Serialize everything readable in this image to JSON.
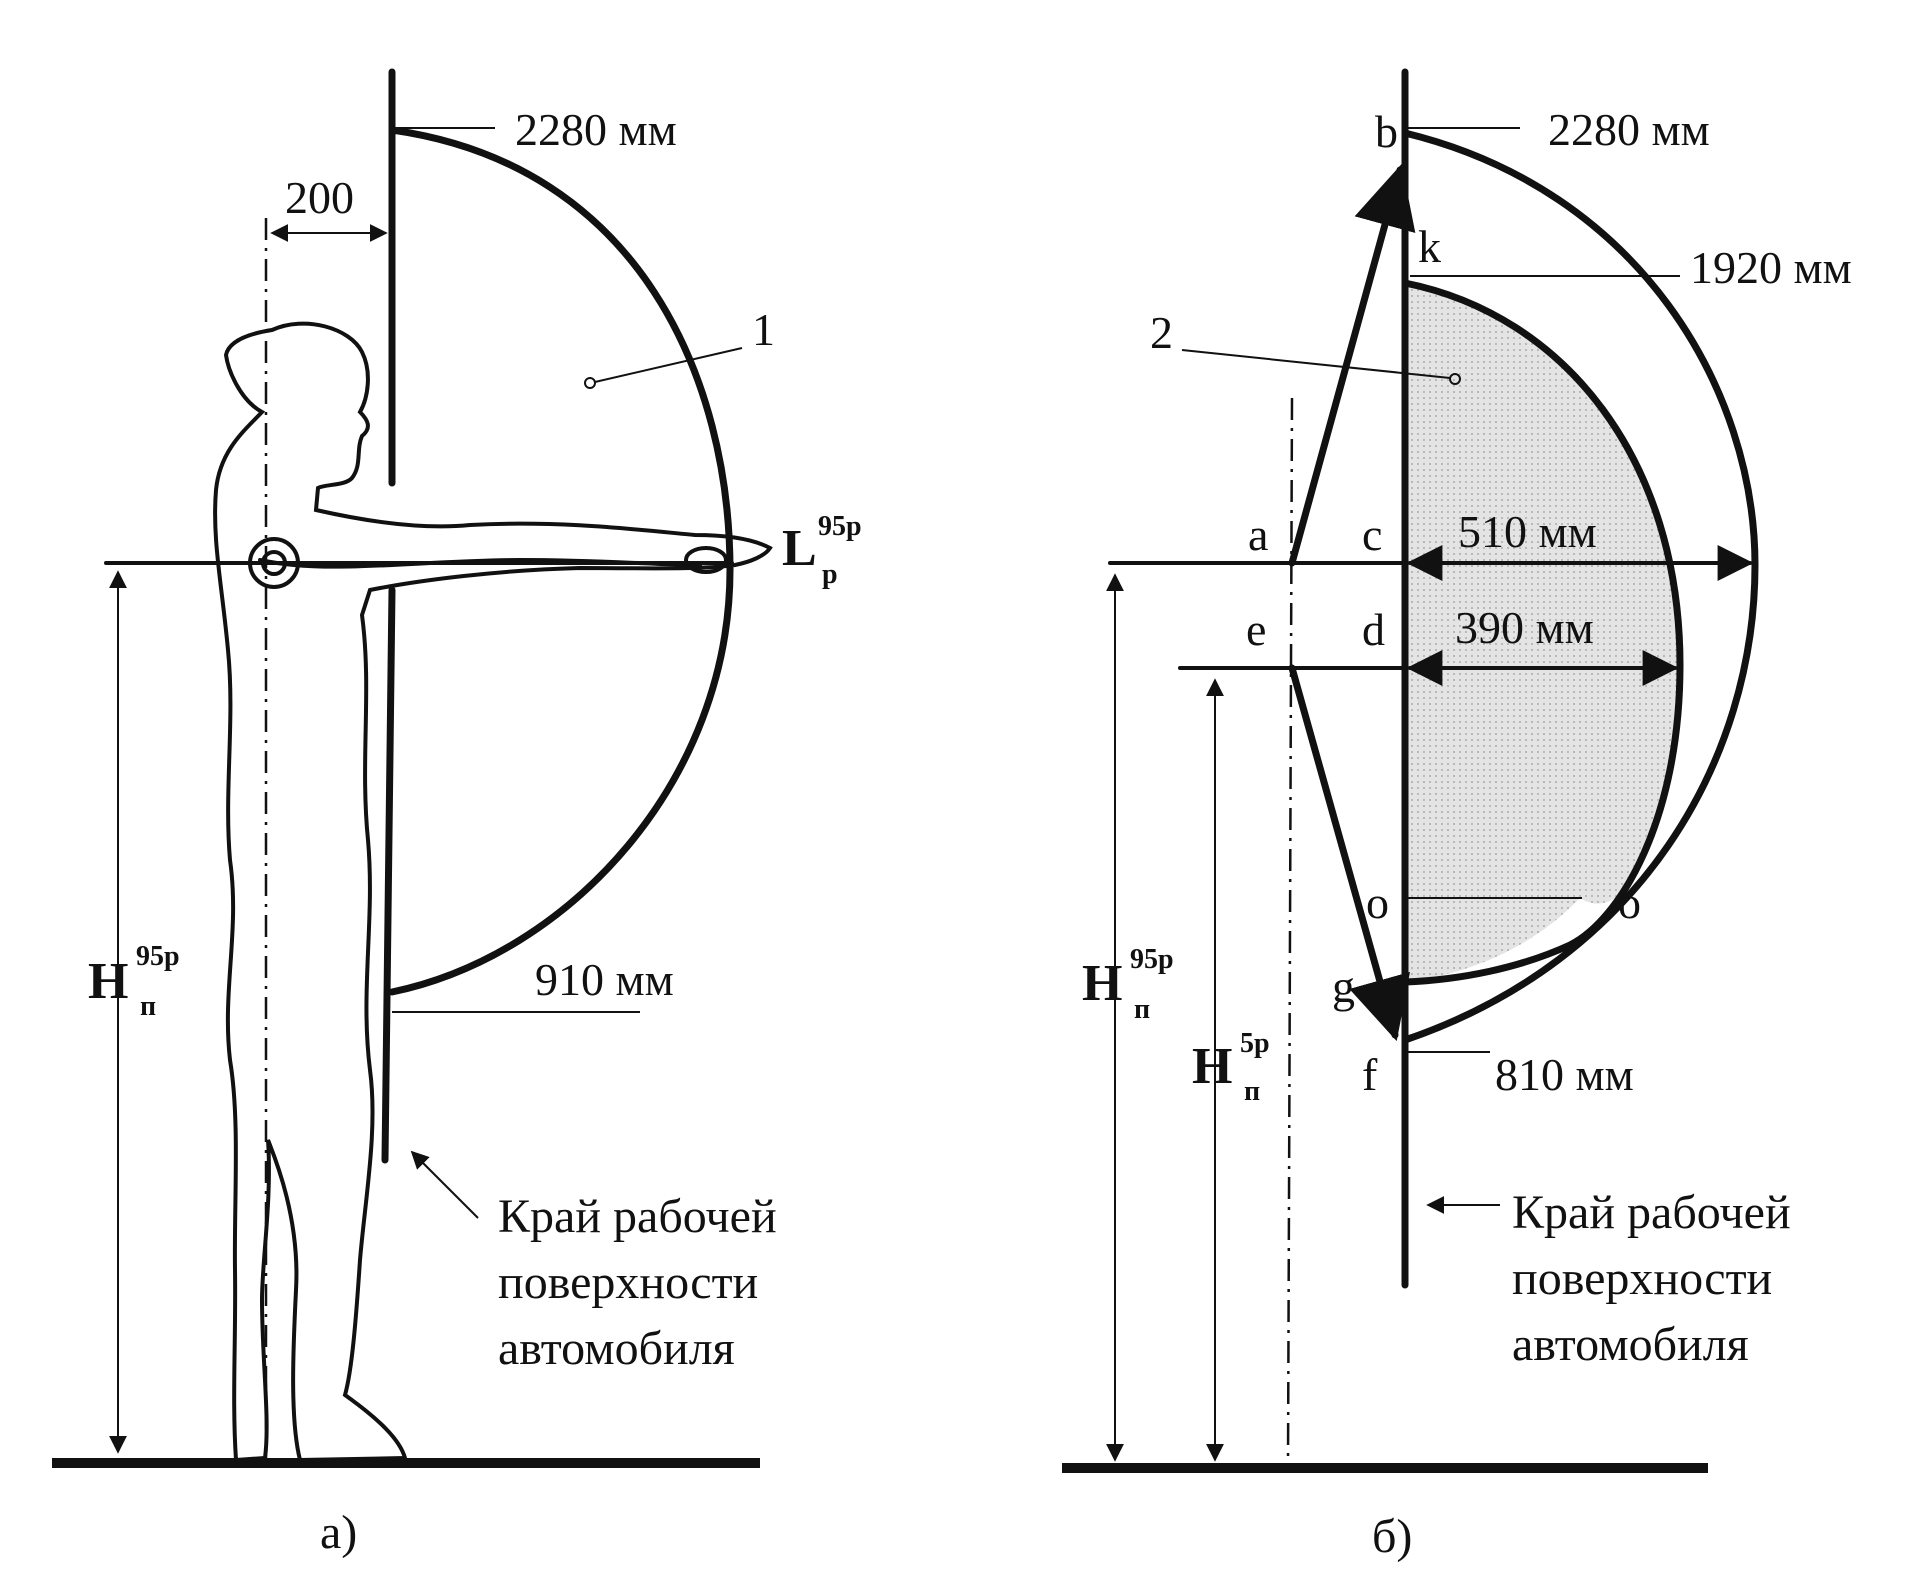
{
  "left_figure": {
    "top_height": "2280 мм",
    "bottom_height": "910 мм",
    "offset": "200",
    "zone_number": "1",
    "reach_symbol": "L",
    "reach_sup": "95р",
    "reach_sub": "р",
    "height_symbol": "H",
    "height_sup": "95р",
    "height_sub": "п",
    "edge_note": [
      "Край рабочей",
      "поверхности",
      "автомобиля"
    ],
    "caption": "а)"
  },
  "right_figure": {
    "top_height": "2280 мм",
    "mid_height": "1920 мм",
    "bottom_height": "810 мм",
    "zone_number": "2",
    "outer_reach": "510 мм",
    "inner_reach": "390 мм",
    "points": {
      "b": "b",
      "k": "k",
      "a": "a",
      "c": "c",
      "e": "e",
      "d": "d",
      "o1": "o",
      "o2": "o",
      "g": "g",
      "f": "f"
    },
    "height_symbol_1": "H",
    "height_sup_1": "95р",
    "height_sub_1": "п",
    "height_symbol_2": "H",
    "height_sup_2": "5р",
    "height_sub_2": "п",
    "edge_note": [
      "Край рабочей",
      "поверхности",
      "автомобиля"
    ],
    "caption": "б)"
  },
  "colors": {
    "ink": "#111111",
    "shade": "#dcdcdc"
  }
}
